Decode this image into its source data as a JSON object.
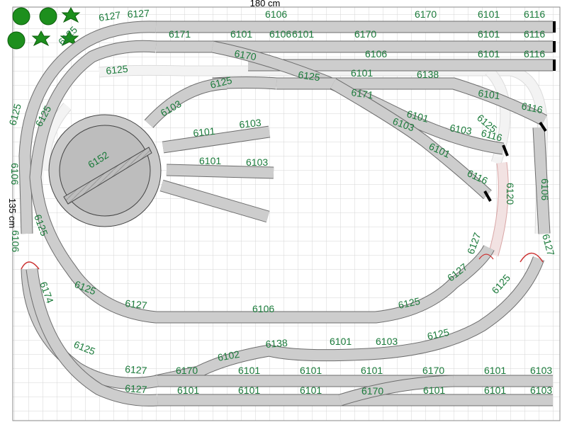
{
  "dimensions": {
    "width_label": "180 cm",
    "height_label": "135 cm"
  },
  "labels": {
    "l1": "6127",
    "l2": "6106",
    "l3": "6170",
    "l4": "6101",
    "l5": "6116",
    "l6": "6171",
    "l7": "6101",
    "l8": "6106",
    "l9": "6101",
    "l10": "6170",
    "l11": "6101",
    "l12": "6116",
    "l13": "6170",
    "l14": "6106",
    "l15": "6101",
    "l16": "6116",
    "l17": "6138",
    "l18": "6101",
    "l19": "6116",
    "l20": "6171",
    "l21": "6125",
    "l22": "6125",
    "l23": "6103",
    "l24": "6101",
    "l25": "6103",
    "l26": "6116",
    "l27": "6125",
    "l28": "6101",
    "l29": "6103",
    "l30": "6101",
    "l31": "6103",
    "l32": "6101",
    "l33": "6103",
    "l34": "6152",
    "l35": "6116",
    "l36": "6101",
    "l37": "6116",
    "l38": "6125",
    "l39": "6120",
    "l40": "6106",
    "l41": "6127",
    "l42": "6127",
    "l43": "6127",
    "l44": "6125",
    "l45": "6106",
    "l46": "6174",
    "l47": "6125",
    "l48": "6127",
    "l49": "6106",
    "l50": "6125",
    "l51": "6127",
    "l52": "6125",
    "l53": "6102",
    "l54": "6138",
    "l55": "6101",
    "l56": "6103",
    "l57": "6125",
    "l58": "6125",
    "l59": "6127",
    "l60": "6170",
    "l61": "6101",
    "l62": "6101",
    "l63": "6101",
    "l64": "6170",
    "l65": "6101",
    "l66": "6103",
    "l67": "6127",
    "l68": "6101",
    "l69": "6101",
    "l70": "6101",
    "l71": "6170",
    "l72": "6101",
    "l73": "6101",
    "l74": "6103",
    "l75": "6125",
    "l76": "6106",
    "l77": "6125",
    "l78": "6127",
    "l79": "6125",
    "l80": "6125"
  },
  "colors": {
    "label": "#1a7a3a",
    "rail": "#6d6d6d",
    "tie": "#cdcdcd",
    "grid": "#d6d6d6",
    "tree": "#1d8f1d"
  },
  "icons": [
    "tree-icon",
    "tree-icon",
    "tree-icon",
    "tree-icon",
    "tree-icon",
    "tree-icon"
  ]
}
